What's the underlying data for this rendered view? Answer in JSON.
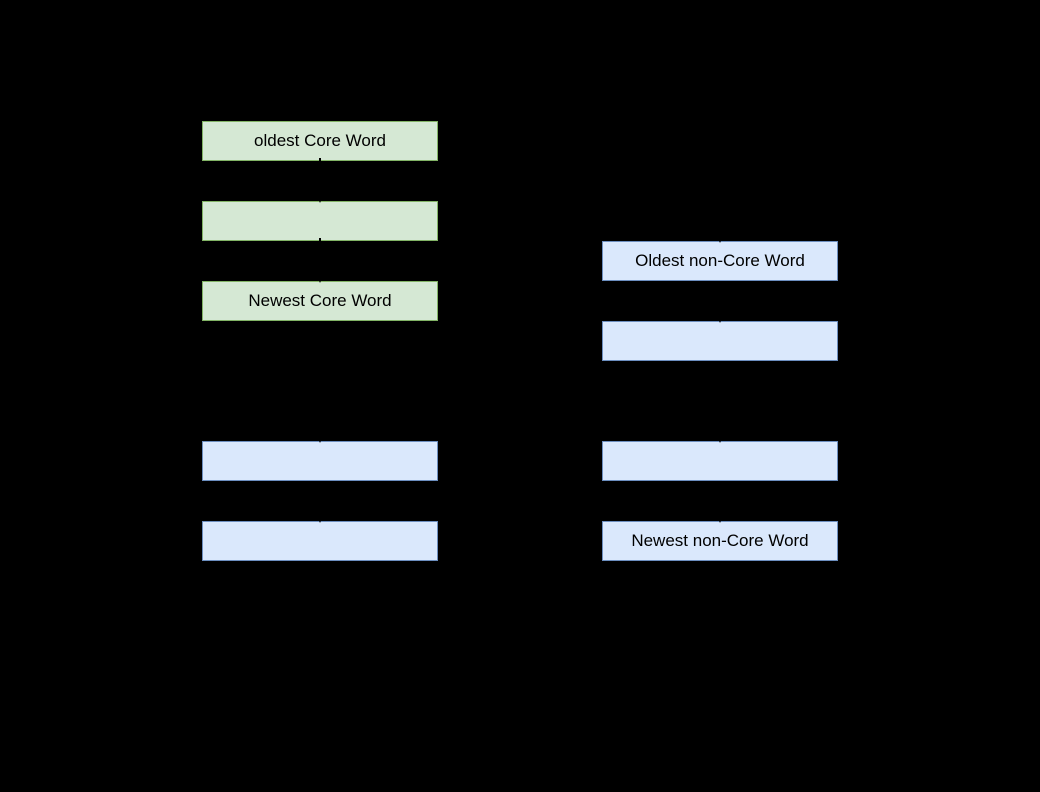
{
  "colors": {
    "background": "#000000",
    "core_fill": "#d5e8d4",
    "core_stroke": "#82b366",
    "non_core_fill": "#dae8fc",
    "non_core_stroke": "#6c8ebf",
    "text": "#000000",
    "connector": "#000000"
  },
  "boxes": [
    {
      "label": "oldest Core Word",
      "type": "core"
    },
    {
      "label": "",
      "type": "core"
    },
    {
      "label": "Newest Core Word",
      "type": "core"
    },
    {
      "label": "",
      "type": "non-core"
    },
    {
      "label": "",
      "type": "non-core"
    },
    {
      "label": "Oldest non-Core Word",
      "type": "non-core"
    },
    {
      "label": "",
      "type": "non-core"
    },
    {
      "label": "",
      "type": "non-core"
    },
    {
      "label": "Newest non-Core Word",
      "type": "non-core"
    }
  ]
}
